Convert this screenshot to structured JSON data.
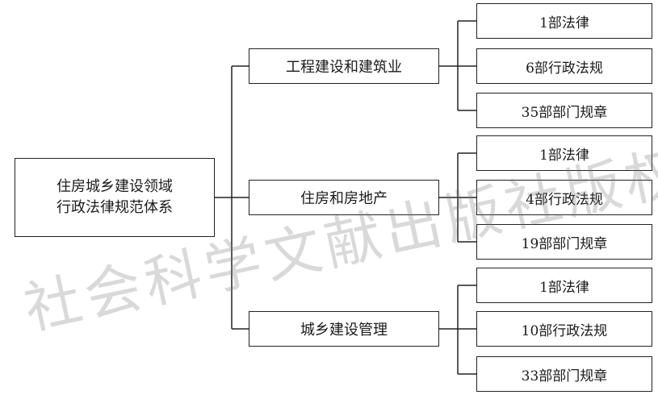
{
  "root": {
    "line1": "住房城乡建设领域",
    "line2": "行政法律规范体系"
  },
  "categories": [
    {
      "label": "工程建设和建筑业",
      "items": [
        "1部法律",
        "6部行政法规",
        "35部部门规章"
      ]
    },
    {
      "label": "住房和房地产",
      "items": [
        "1部法律",
        "4部行政法规",
        "19部部门规章"
      ]
    },
    {
      "label": "城乡建设管理",
      "items": [
        "1部法律",
        "10部行政法规",
        "33部部门规章"
      ]
    }
  ],
  "watermark": "社会科学文献出版社版权所有"
}
